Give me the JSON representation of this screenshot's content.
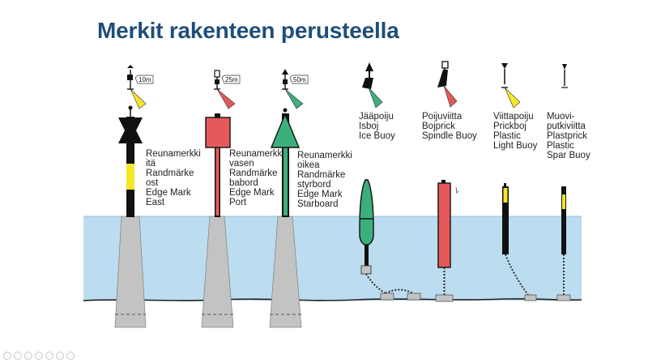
{
  "slide": {
    "title": "Merkit rakenteen perusteella"
  },
  "range_labels": [
    "10m",
    "25m",
    "50m"
  ],
  "marks": [
    {
      "id": "east",
      "lines": [
        "Reunamerkki",
        "itä",
        "Randmärke",
        "ost",
        "Edge Mark",
        "East"
      ]
    },
    {
      "id": "port",
      "lines": [
        "Reunamerkki",
        "vasen",
        "Randmärke",
        "babord",
        "Edge Mark",
        "Port"
      ]
    },
    {
      "id": "starboard",
      "lines": [
        "Reunamerkki",
        "oikea",
        "Randmärke",
        "styrbord",
        "Edge Mark",
        "Starboard"
      ]
    },
    {
      "id": "ice",
      "lines": [
        "Jääpoiju",
        "Isboj",
        "Ice Buoy"
      ]
    },
    {
      "id": "spindle",
      "lines": [
        "Poijuviitta",
        "Bojprick",
        "Spindle Buoy"
      ]
    },
    {
      "id": "light",
      "lines": [
        "Viittapoiju",
        "Prickboj",
        "Plastic",
        "Light Buoy"
      ]
    },
    {
      "id": "spar",
      "lines": [
        "Muovi-",
        "putkiviitta",
        "Plastprick",
        "Plastic",
        "Spar Buoy"
      ]
    }
  ],
  "colors": {
    "title": "#1f4e79",
    "water": "#bcdcf0",
    "yellow": "#f7e52a",
    "red": "#e5595b",
    "green": "#3bb07c",
    "pylon": "#c3c3c3",
    "black": "#111111"
  },
  "icons": [
    "sector-light-icon",
    "navigation-toolbar-icon"
  ]
}
